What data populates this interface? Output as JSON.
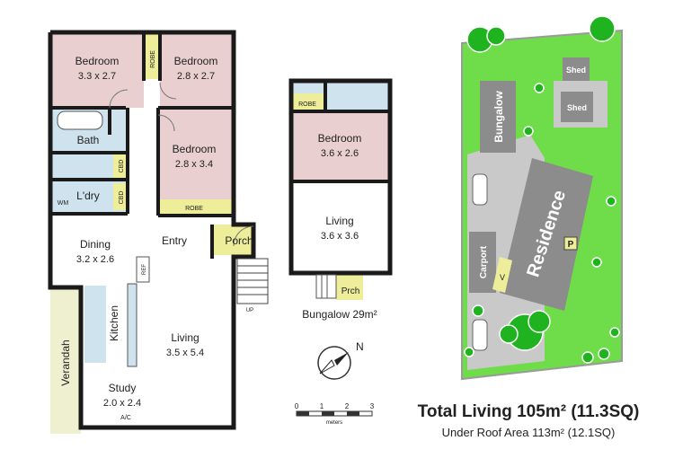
{
  "house": {
    "rooms": [
      {
        "name": "Bedroom",
        "size": "3.3 x 2.7"
      },
      {
        "name": "Bedroom",
        "size": "2.8 x 2.7"
      },
      {
        "name": "Bedroom",
        "size": "2.8 x 3.4"
      },
      {
        "name": "Bath",
        "size": ""
      },
      {
        "name": "L'dry",
        "size": ""
      },
      {
        "name": "Dining",
        "size": "3.2 x 2.6"
      },
      {
        "name": "Living",
        "size": "3.5 x 5.4"
      },
      {
        "name": "Study",
        "size": "2.0 x 2.4"
      },
      {
        "name": "Kitchen",
        "size": ""
      },
      {
        "name": "Verandah",
        "size": ""
      }
    ],
    "labels": {
      "robe_top": "ROBE",
      "robe_bottom": "ROBE",
      "cbd1": "CBD",
      "cbd2": "CBD",
      "wm": "WM",
      "ref": "REF",
      "entry": "Entry",
      "porch": "Porch",
      "up": "UP",
      "ac": "A/C"
    }
  },
  "bungalow": {
    "robe": "ROBE",
    "bedroom": {
      "name": "Bedroom",
      "size": "3.6 x 2.6"
    },
    "living": {
      "name": "Living",
      "size": "3.6 x 3.6"
    },
    "porch": "Prch",
    "caption": "Bungalow 29m²"
  },
  "scale": {
    "ticks": [
      "0",
      "1",
      "2",
      "3"
    ],
    "unit": "meters"
  },
  "compass": {
    "north": "N"
  },
  "site": {
    "labels": {
      "shed1": "Shed",
      "shed2": "Shed",
      "bungalow": "Bungalow",
      "residence": "Residence",
      "carport": "Carport",
      "v": "V",
      "p": "P"
    }
  },
  "totals": {
    "main": "Total Living 105m² (11.3SQ)",
    "sub": "Under Roof Area 113m² (12.1SQ)"
  },
  "colors": {
    "bedroom": "#e9cfcf",
    "wet": "#cfe3ef",
    "robe": "#eded9a",
    "lawn": "#6fdc4a",
    "concrete": "#c9c9c9",
    "building": "#8c8c8c"
  }
}
